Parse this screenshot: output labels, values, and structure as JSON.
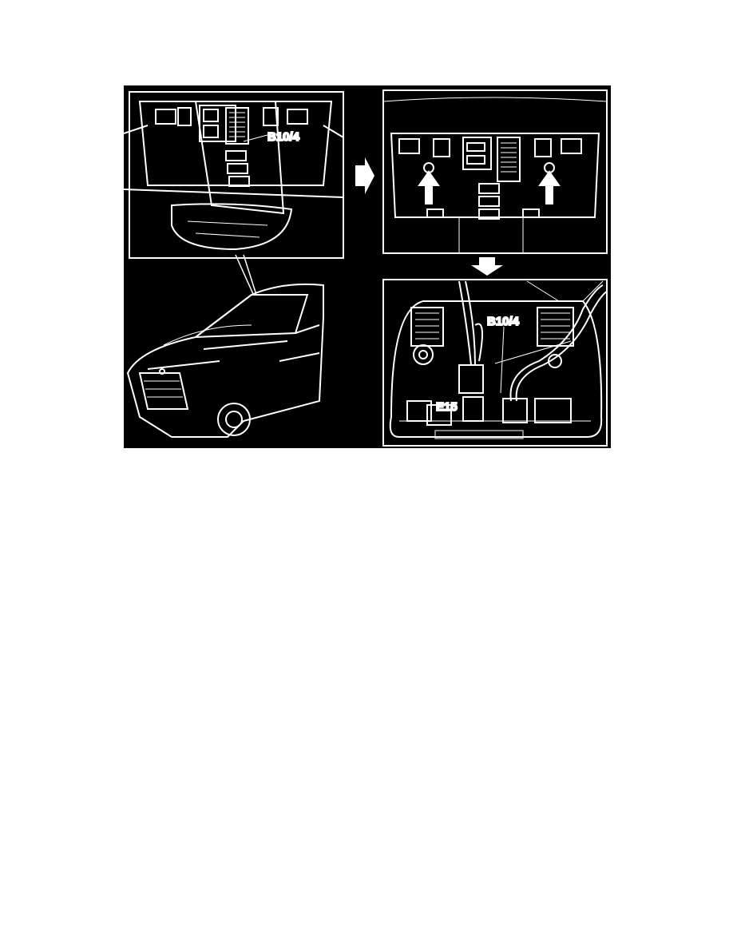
{
  "figure": {
    "labels": {
      "top_left_sensor": "B10/4",
      "bottom_right_sensor": "B10/4",
      "bottom_right_lamp": "E15"
    },
    "colors": {
      "background": "#000000",
      "lines": "#ffffff"
    }
  }
}
